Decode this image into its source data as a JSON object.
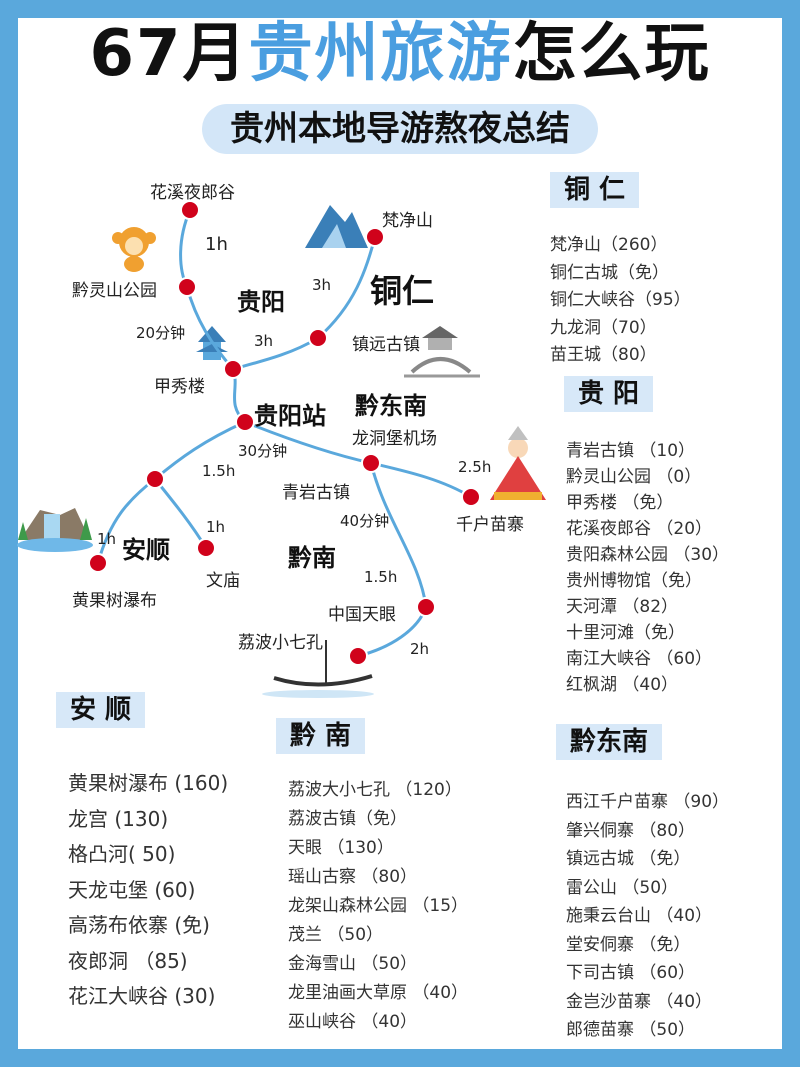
{
  "title": {
    "part1": "67月",
    "part2": "贵州旅游",
    "part3": "怎么玩"
  },
  "subtitle": "贵州本地导游熬夜总结",
  "map": {
    "places": {
      "huaxi": "花溪夜郎谷",
      "fanjing": "梵净山",
      "qianling": "黔灵山公园",
      "zhenyuan": "镇远古镇",
      "jiaxiu": "甲秀楼",
      "longdong": "龙洞堡机场",
      "qingyan": "青岩古镇",
      "qianhu": "千户苗寨",
      "huangguoshu": "黄果树瀑布",
      "wenmiao": "文庙",
      "tianyan": "中国天眼",
      "libo": "荔波小七孔"
    },
    "cities": {
      "guiyang": "贵阳",
      "tongren": "铜仁",
      "guiyang_station": "贵阳站",
      "qiandongnan": "黔东南",
      "anshun": "安顺",
      "qiannan": "黔南"
    },
    "durations": {
      "d1": "1h",
      "d2": "3h",
      "d3": "20分钟",
      "d4": "3h",
      "d5": "30分钟",
      "d6": "1.5h",
      "d7": "2.5h",
      "d8": "40分钟",
      "d9": "1h",
      "d10": "1h",
      "d11": "1.5h",
      "d12": "2h"
    }
  },
  "sections": {
    "tongren": {
      "header": "铜 仁",
      "items": [
        "梵净山（260）",
        "铜仁古城（免）",
        "铜仁大峡谷（95）",
        "九龙洞（70）",
        "苗王城（80）"
      ]
    },
    "guiyang": {
      "header": "贵 阳",
      "items": [
        "青岩古镇 （10）",
        "黔灵山公园 （0）",
        "甲秀楼 （免）",
        "花溪夜郎谷 （20）",
        "贵阳森林公园 （30）",
        "贵州博物馆（免）",
        "天河潭 （82）",
        "十里河滩（免）",
        "南江大峡谷 （60）",
        "红枫湖 （40）"
      ]
    },
    "anshun": {
      "header": "安 顺",
      "items": [
        "黄果树瀑布 (160)",
        "龙宫 (130)",
        "格凸河( 50)",
        "天龙屯堡 (60)",
        "高荡布依寨 (免)",
        "夜郎洞 （85)",
        "花江大峡谷 (30)"
      ]
    },
    "qiannan": {
      "header": "黔 南",
      "items": [
        "荔波大小七孔 （120）",
        "荔波古镇（免）",
        "天眼 （130）",
        "瑶山古察 （80）",
        "龙架山森林公园 （15）",
        "茂兰 （50）",
        "金海雪山 （50）",
        "龙里油画大草原 （40）",
        "巫山峡谷 （40）"
      ]
    },
    "qiandongnan": {
      "header": "黔东南",
      "items": [
        "西江千户苗寨 （90）",
        "肇兴侗寨 （80）",
        "镇远古城 （免）",
        "雷公山 （50）",
        "施秉云台山 （40）",
        "堂安侗寨 （免）",
        "下司古镇 （60）",
        "金岂沙苗寨 （40）",
        "郎德苗寨 （50）"
      ]
    }
  },
  "colors": {
    "frame": "#5aa8dc",
    "accent": "#4a9ee0",
    "route": "#5aa8dc",
    "dot": "#d0021b",
    "header_bg": "#d7e8f8"
  }
}
